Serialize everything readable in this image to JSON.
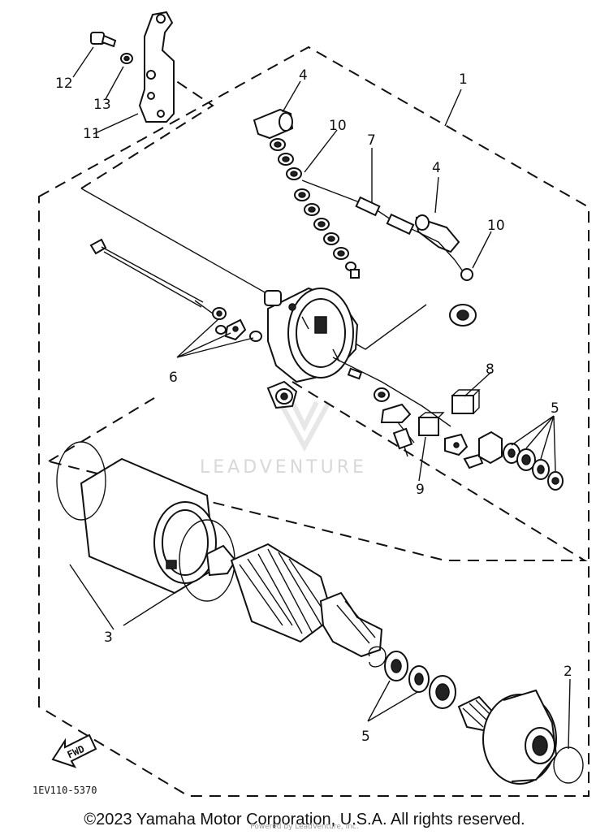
{
  "callouts": {
    "c1": "1",
    "c2": "2",
    "c3": "3",
    "c4a": "4",
    "c4b": "4",
    "c5a": "5",
    "c5b": "5",
    "c6": "6",
    "c7": "7",
    "c8": "8",
    "c9": "9",
    "c10a": "10",
    "c10b": "10",
    "c11": "11",
    "c12": "12",
    "c13": "13"
  },
  "fwd_label": "FWD",
  "diagram_code": "1EV110-5370",
  "watermark": "LEADVENTURE",
  "copyright": "©2023 Yamaha Motor Corporation, U.S.A. All rights reserved.",
  "copyright_sub": "Powered by LeadVenture, Inc."
}
